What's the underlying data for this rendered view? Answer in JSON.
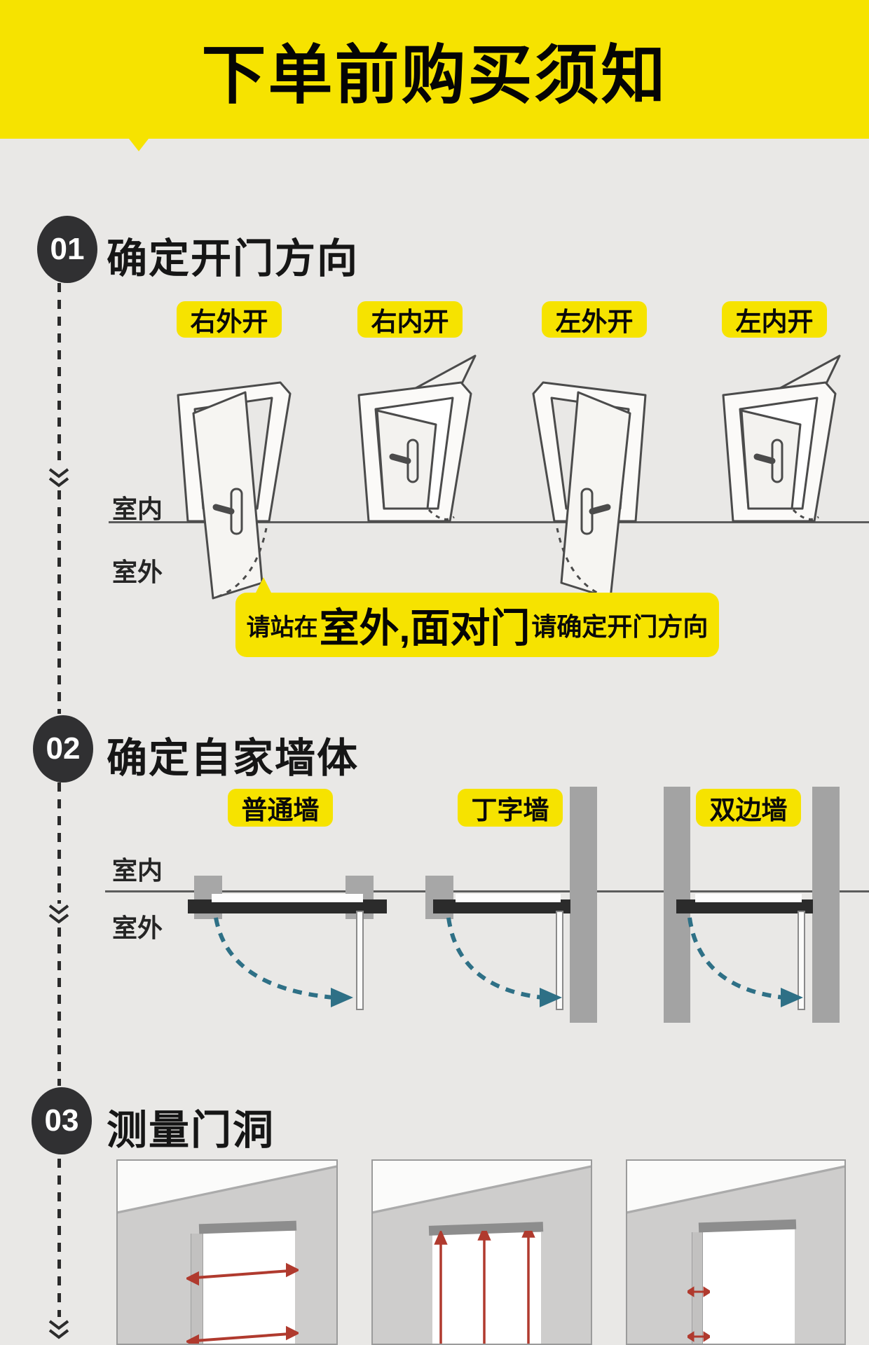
{
  "header": {
    "title": "下单前购买须知"
  },
  "steps": [
    {
      "number": "01",
      "title": "确定开门方向",
      "door_labels": [
        "右外开",
        "右内开",
        "左外开",
        "左内开"
      ],
      "indoor_label": "室内",
      "outdoor_label": "室外",
      "note": {
        "prefix": "请站在",
        "emphasis": "室外,面对门",
        "suffix": "请确定开门方向"
      }
    },
    {
      "number": "02",
      "title": "确定自家墙体",
      "wall_labels": [
        "普通墙",
        "丁字墙",
        "双边墙"
      ],
      "indoor_label": "室内",
      "outdoor_label": "室外"
    },
    {
      "number": "03",
      "title": "测量门洞"
    }
  ],
  "colors": {
    "accent_yellow": "#f6e300",
    "badge_dark": "#303032",
    "swing_arrow_teal": "#2e7086",
    "measure_arrow_red": "#b03a2e"
  }
}
